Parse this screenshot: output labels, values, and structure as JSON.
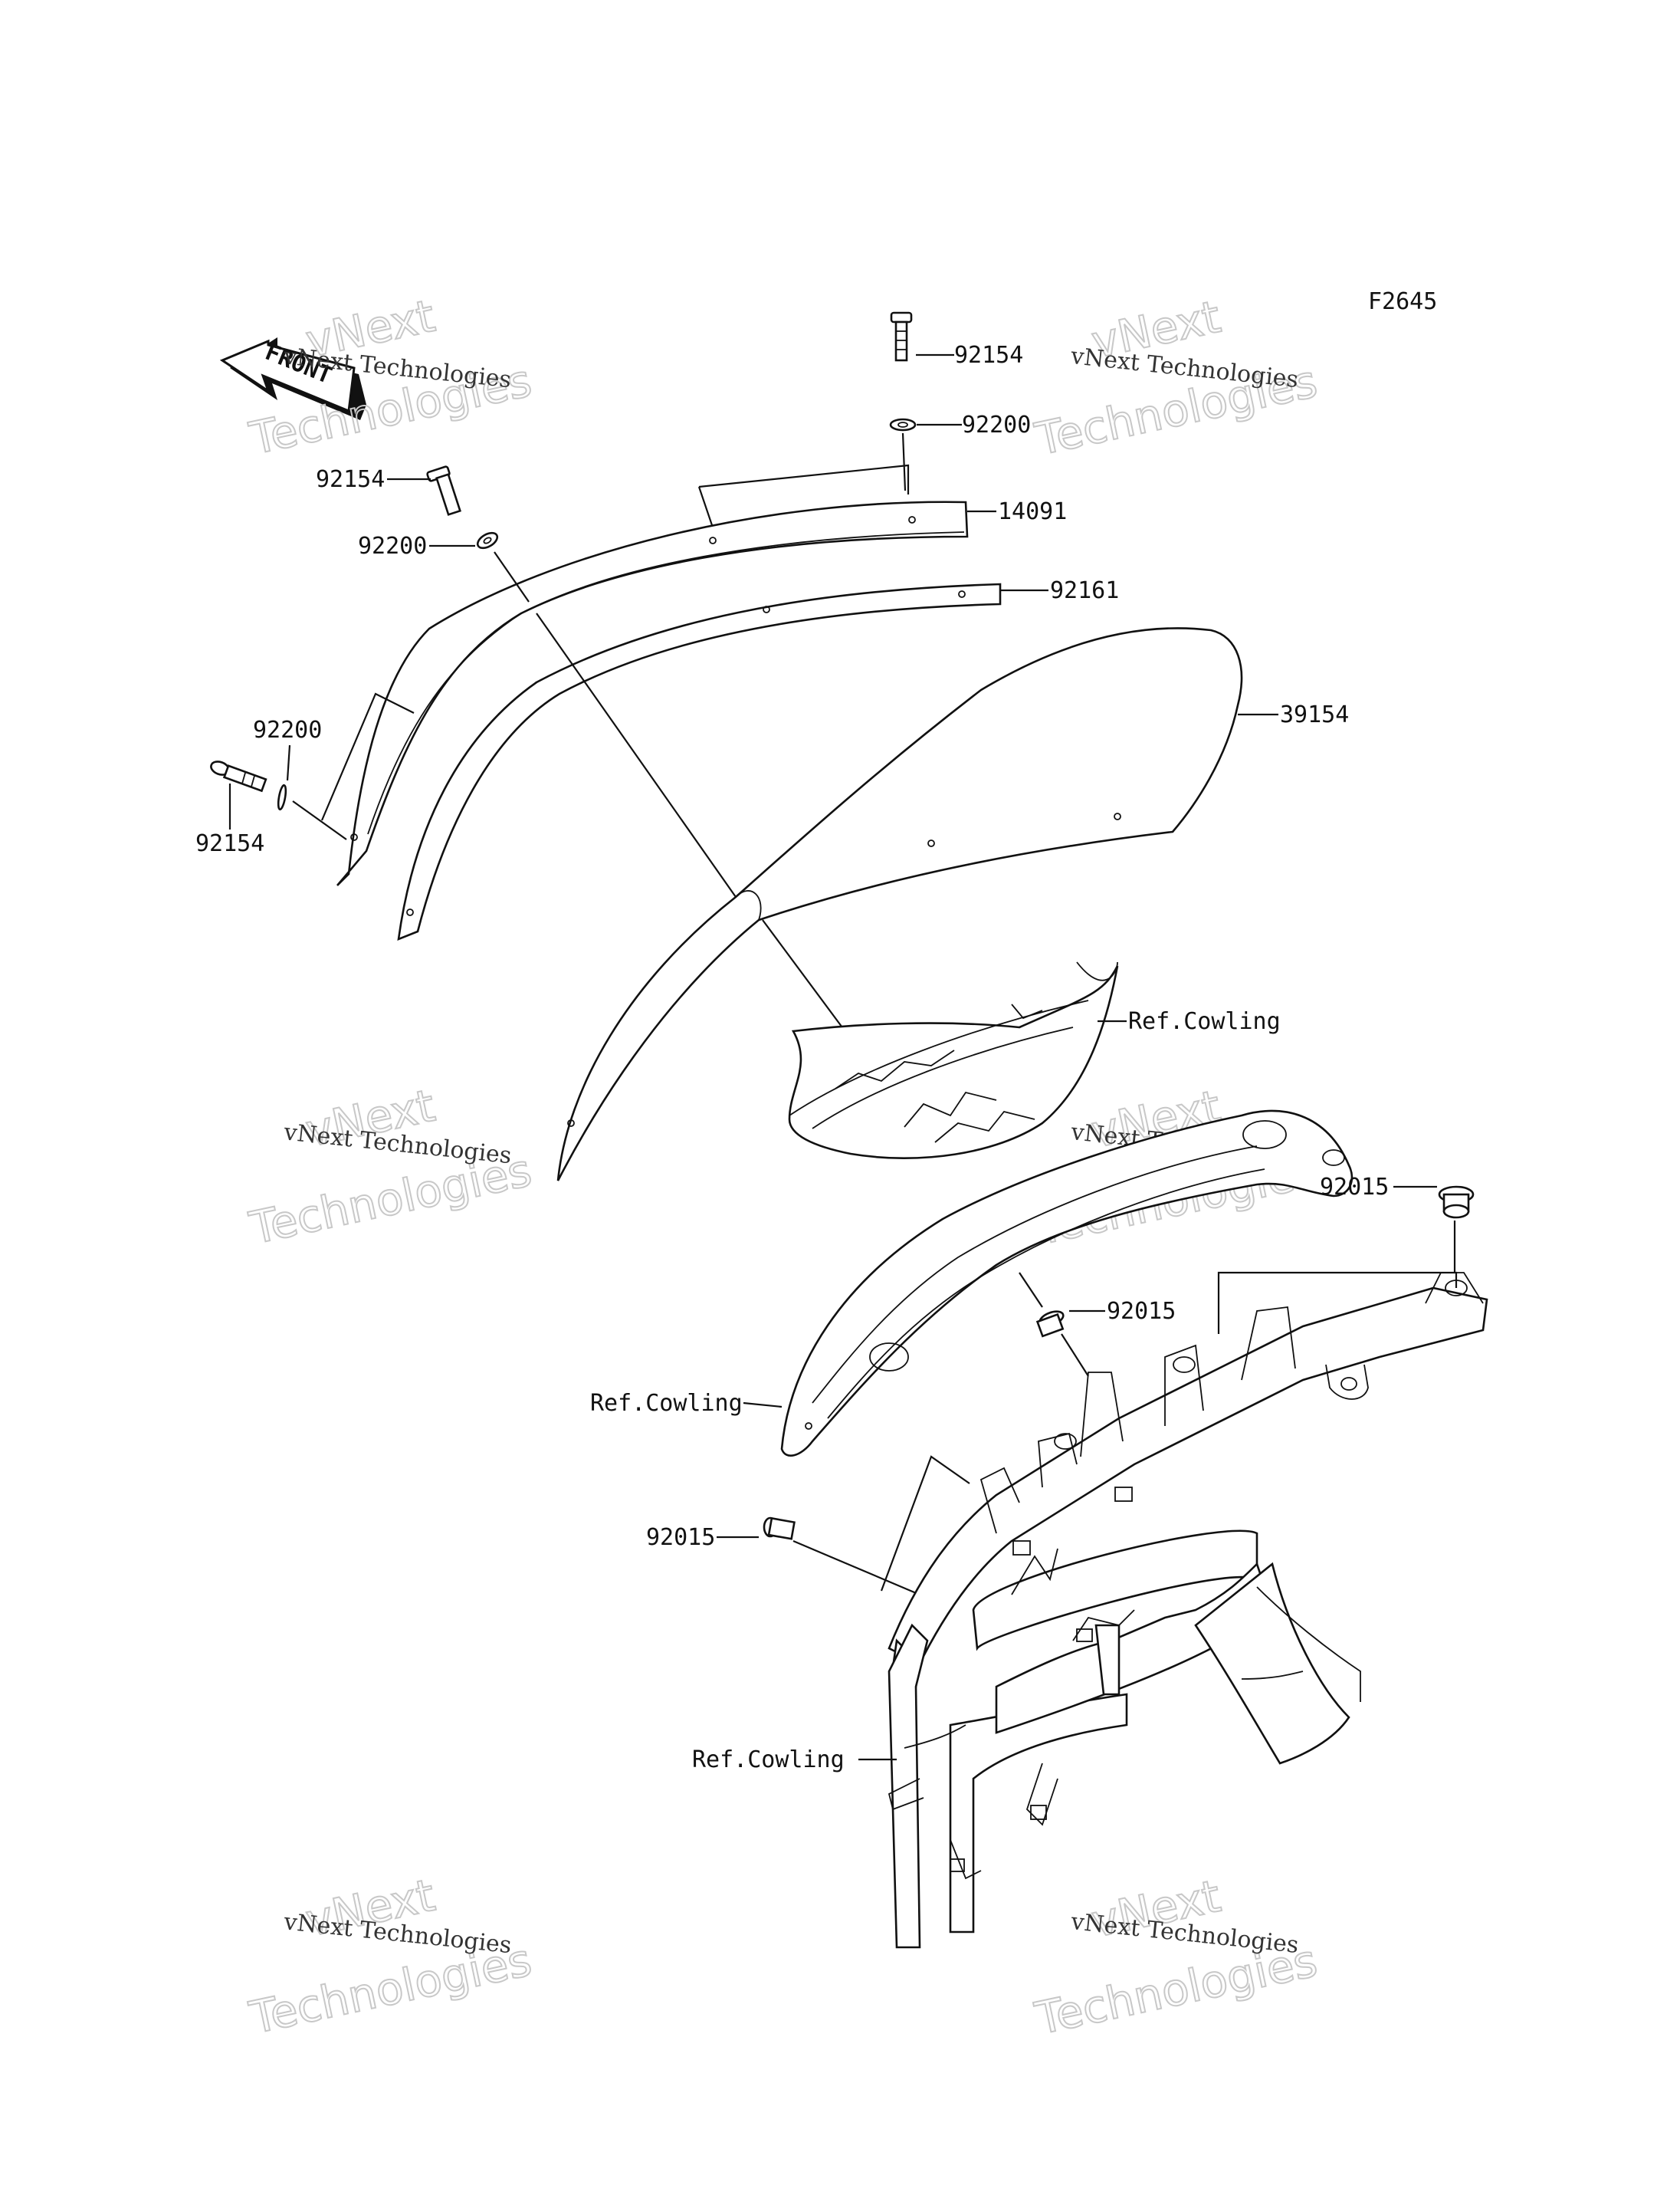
{
  "figure_code": "F2645",
  "front_arrow_text": "FRONT",
  "labels": {
    "bolt_top_right": "92154",
    "washer_top_right": "92200",
    "bracket": "14091",
    "gasket": "92161",
    "windshield": "39154",
    "bolt_upper_left": "92154",
    "washer_upper_left": "92200",
    "washer_lower_left": "92200",
    "bolt_lower_left": "92154",
    "ref_cowling_upper": "Ref.Cowling",
    "ref_cowling_middle": "Ref.Cowling",
    "ref_cowling_lower": "Ref.Cowling",
    "grommet_right": "92015",
    "grommet_middle": "92015",
    "grommet_left": "92015"
  },
  "watermarks": {
    "wm1_big_a": "vNext",
    "wm1_big_b": "Technologies",
    "wm1_small": "vNext Technologies",
    "wm2_big_a": "vNext",
    "wm2_big_b": "Technologies",
    "wm2_small": "vNext Technologies",
    "wm3_big_a": "vNext",
    "wm3_big_b": "Technologies",
    "wm3_small": "vNext Technologies",
    "wm4_big_a": "vNext",
    "wm4_big_b": "Technologies",
    "wm4_small": "vNext Technologies",
    "wm5_big_a": "vNext",
    "wm5_big_b": "Technologies",
    "wm5_small": "vNext Technologies",
    "wm6_big_a": "vNext",
    "wm6_big_b": "Technologies",
    "wm6_small": "vNext Technologies"
  }
}
